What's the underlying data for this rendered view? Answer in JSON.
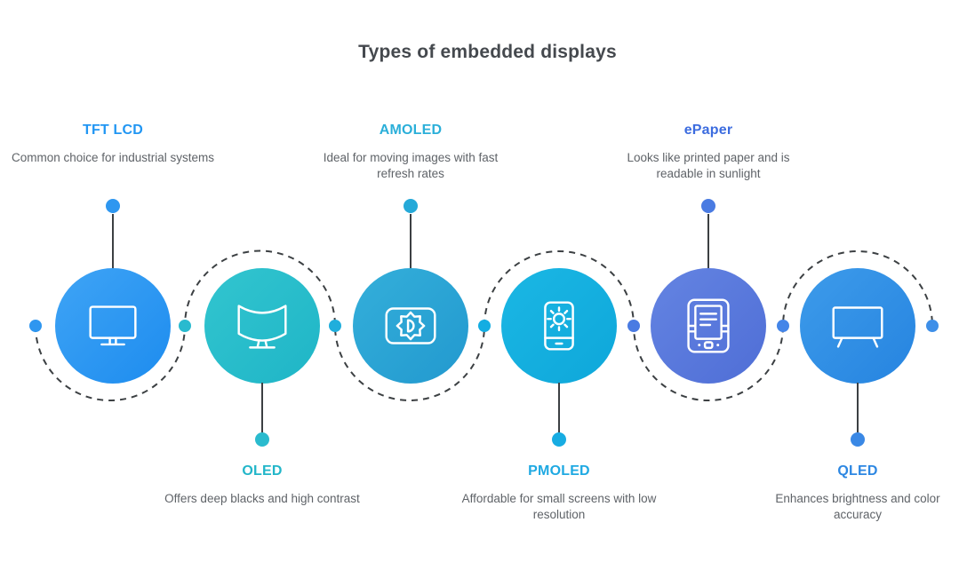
{
  "title": "Types of embedded displays",
  "items": [
    {
      "label": "TFT LCD",
      "description": "Common choice for industrial systems",
      "label_color": "#2196F3",
      "circle_gradient": [
        "#3FA4F5",
        "#1D8CEF"
      ],
      "dot_color": "#2E97F0",
      "icon": "monitor-icon",
      "label_position": "top"
    },
    {
      "label": "OLED",
      "description": "Offers deep blacks and high contrast",
      "label_color": "#22B6C9",
      "circle_gradient": [
        "#32C5CF",
        "#1FB5C7"
      ],
      "dot_color": "#2ABBCE",
      "icon": "curved-monitor-icon",
      "label_position": "bottom"
    },
    {
      "label": "AMOLED",
      "description": "Ideal for moving images with fast refresh rates",
      "label_color": "#2BAFD9",
      "circle_gradient": [
        "#34AFDA",
        "#2299CF"
      ],
      "dot_color": "#25A9D8",
      "icon": "brightness-display-icon",
      "label_position": "top"
    },
    {
      "label": "PMOLED",
      "description": "Affordable for small screens with low resolution",
      "label_color": "#1FA9E2",
      "circle_gradient": [
        "#1BB7E4",
        "#0EA7DA"
      ],
      "dot_color": "#17ACE2",
      "icon": "phone-brightness-icon",
      "label_position": "bottom"
    },
    {
      "label": "ePaper",
      "description": "Looks like printed paper and is readable in sunlight",
      "label_color": "#3C6CDF",
      "circle_gradient": [
        "#6484E2",
        "#4F6ED6"
      ],
      "dot_color": "#4A7BE2",
      "icon": "ereader-icon",
      "label_position": "top"
    },
    {
      "label": "QLED",
      "description": "Enhances brightness and color accuracy",
      "label_color": "#2D87E2",
      "circle_gradient": [
        "#3D9BEA",
        "#2684E0"
      ],
      "dot_color": "#3A88E5",
      "icon": "tv-icon",
      "label_position": "bottom"
    }
  ],
  "connector": {
    "line_color": "#3C4043",
    "dot_colors": [
      "#2E96F0",
      "#29BACF",
      "#20AEDC",
      "#14ADE2",
      "#4A7BE2",
      "#4485E8",
      "#3E8FE8"
    ]
  }
}
